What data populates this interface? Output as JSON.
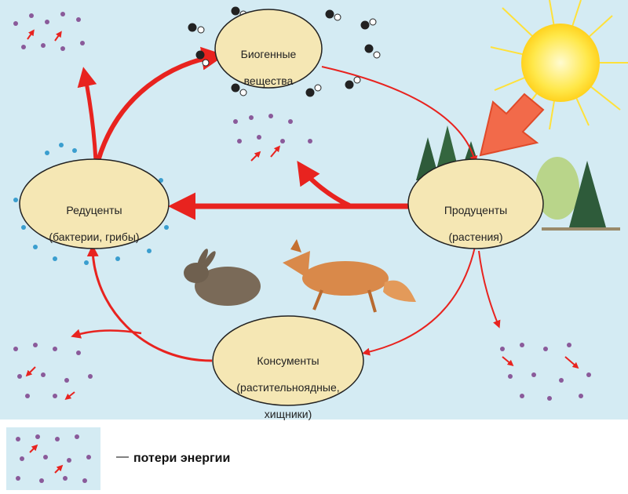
{
  "nodes": {
    "biogenic": {
      "line1": "Биогенные",
      "line2": "вещества"
    },
    "producers": {
      "line1": "Продуценты",
      "line2": "(растения)"
    },
    "consumers": {
      "line1": "Консументы",
      "line2": "(растительноядные,",
      "line3": "хищники)"
    },
    "decomposers": {
      "line1": "Редуценты",
      "line2": "(бактерии, грибы)"
    }
  },
  "legend": {
    "dash": "—",
    "text": "потери энергии"
  },
  "colors": {
    "background": "#d4ebf3",
    "node_fill": "#f5e7b4",
    "arrow": "#e8231f",
    "particle": "#8a5a9a",
    "sun": "#ffe23c"
  }
}
